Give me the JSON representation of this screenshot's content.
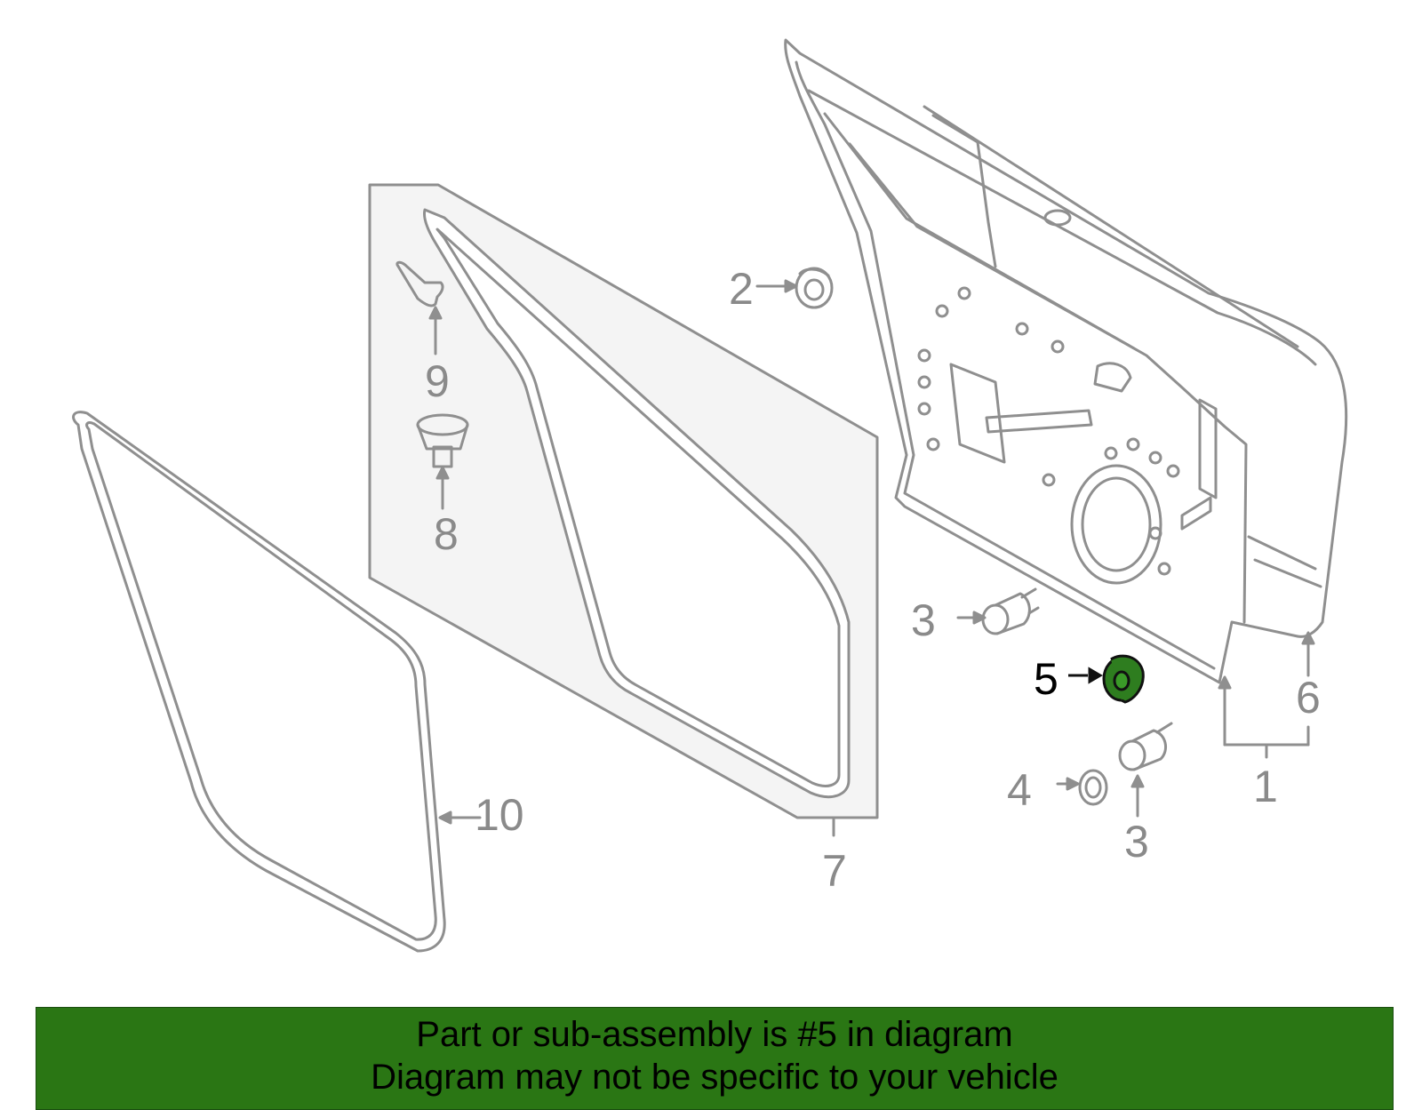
{
  "colors": {
    "line": "#8f8f8f",
    "panel_fill": "#f4f4f4",
    "highlight": "#2e7d1f",
    "banner_bg": "#2a7614",
    "text": "#000000",
    "callout": "#8a8a8a"
  },
  "callouts": [
    {
      "id": "1",
      "label": "1"
    },
    {
      "id": "2",
      "label": "2"
    },
    {
      "id": "3a",
      "label": "3"
    },
    {
      "id": "3b",
      "label": "3"
    },
    {
      "id": "4",
      "label": "4"
    },
    {
      "id": "5",
      "label": "5",
      "highlighted": true
    },
    {
      "id": "6",
      "label": "6"
    },
    {
      "id": "7",
      "label": "7"
    },
    {
      "id": "8",
      "label": "8"
    },
    {
      "id": "9",
      "label": "9"
    },
    {
      "id": "10",
      "label": "10"
    }
  ],
  "banner": {
    "line1": "Part or sub-assembly is #5 in diagram",
    "line2": "Diagram may not be specific to your vehicle"
  }
}
